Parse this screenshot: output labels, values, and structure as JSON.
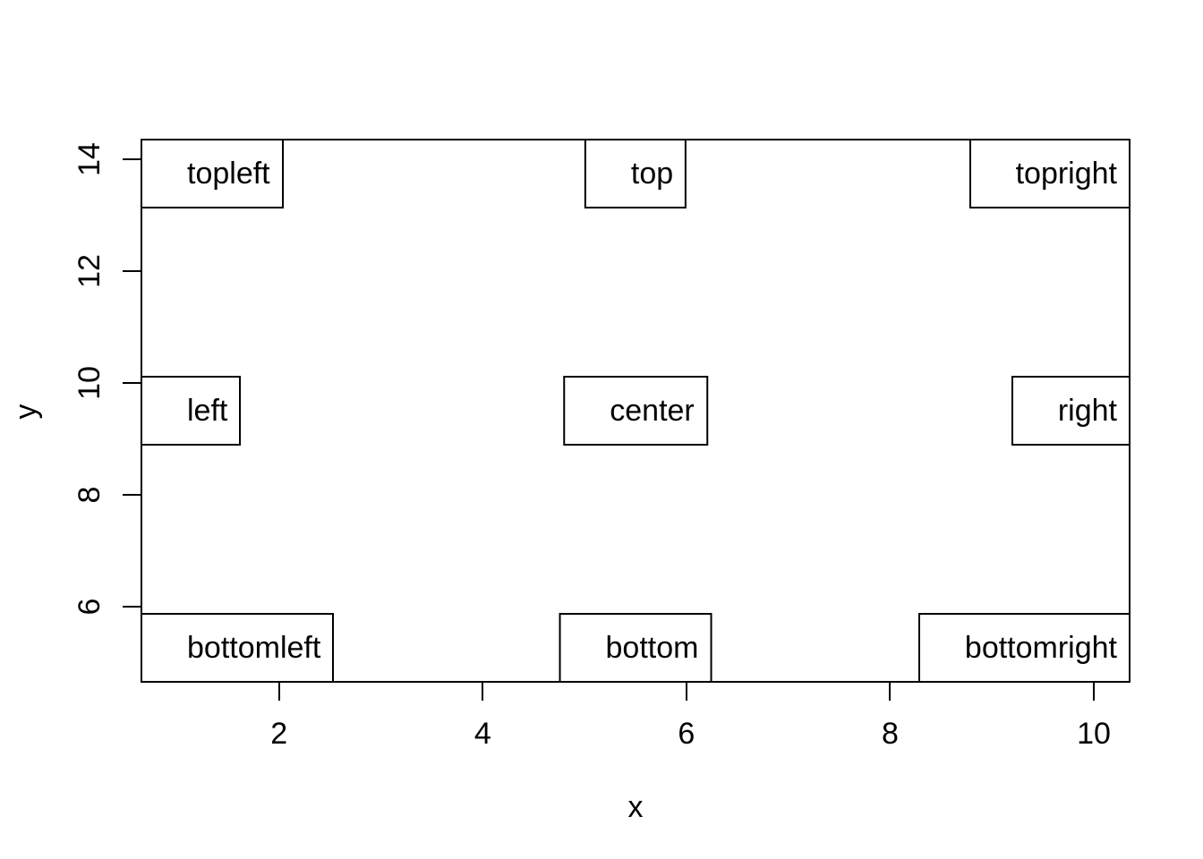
{
  "figure": {
    "bg_color": "#ffffff",
    "fg_color": "#000000"
  },
  "chart_data": {
    "type": "scatter",
    "title": "",
    "xlabel": "x",
    "ylabel": "y",
    "xlim": [
      0.64,
      10.36
    ],
    "ylim": [
      4.64,
      14.36
    ],
    "x_ticks": [
      2,
      4,
      6,
      8,
      10
    ],
    "y_ticks": [
      6,
      8,
      10,
      12,
      14
    ],
    "grid": false,
    "points": [],
    "legend_boxes": [
      {
        "position": "topleft",
        "label": "topleft"
      },
      {
        "position": "top",
        "label": "top"
      },
      {
        "position": "topright",
        "label": "topright"
      },
      {
        "position": "left",
        "label": "left"
      },
      {
        "position": "center",
        "label": "center"
      },
      {
        "position": "right",
        "label": "right"
      },
      {
        "position": "bottomleft",
        "label": "bottomleft"
      },
      {
        "position": "bottom",
        "label": "bottom"
      },
      {
        "position": "bottomright",
        "label": "bottomright"
      }
    ]
  }
}
